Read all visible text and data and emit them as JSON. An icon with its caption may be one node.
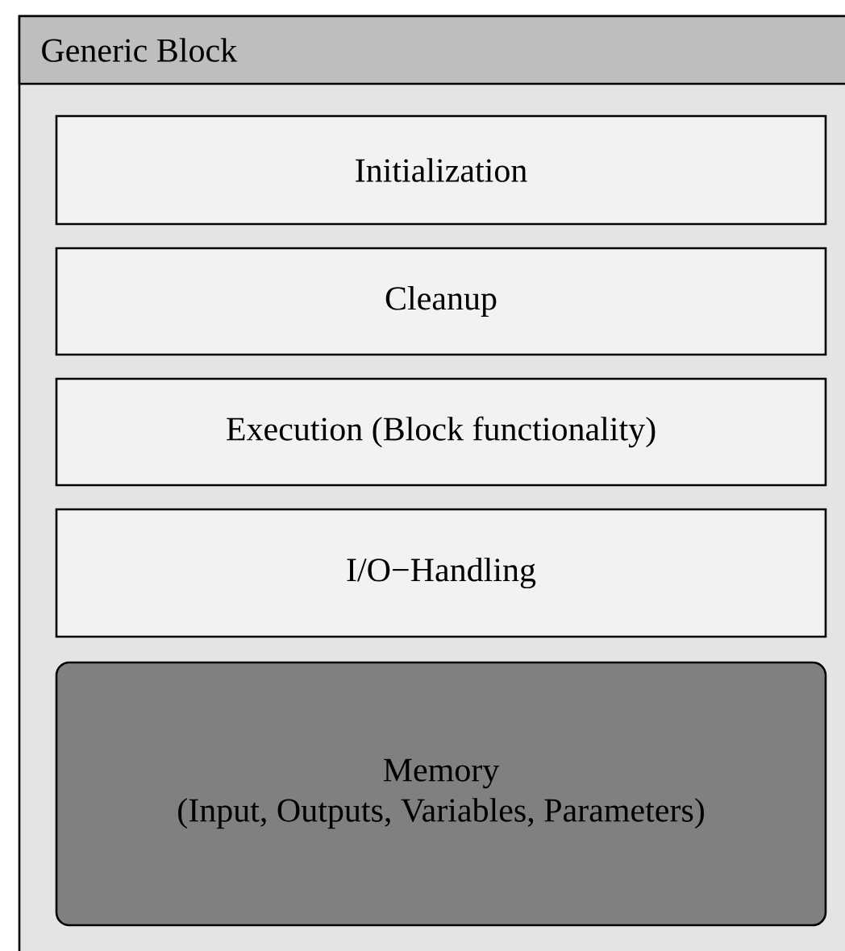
{
  "diagram": {
    "nodes": [
      {
        "text": [
          "Generic Block"
        ]
      },
      {
        "text": [
          "Initialization"
        ],
        "in": 0
      },
      {
        "text": [
          "Cleanup"
        ],
        "in": 0
      },
      {
        "text": [
          "Execution (Block functionality)"
        ],
        "in": 0
      },
      {
        "text": [
          "I/O−Handling"
        ],
        "in": 0
      },
      {
        "text": [
          "Memory",
          "(Input, Outputs, Variables, Parameters)"
        ],
        "in": 0
      }
    ]
  }
}
